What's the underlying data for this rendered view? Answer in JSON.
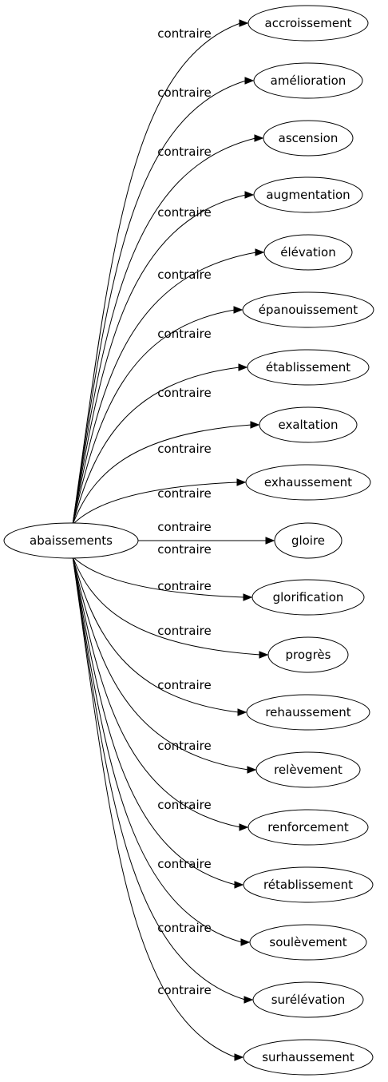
{
  "source": {
    "label": "abaissements"
  },
  "edge_label": "contraire",
  "targets": [
    {
      "label": "accroissement"
    },
    {
      "label": "amélioration"
    },
    {
      "label": "ascension"
    },
    {
      "label": "augmentation"
    },
    {
      "label": "élévation"
    },
    {
      "label": "épanouissement"
    },
    {
      "label": "établissement"
    },
    {
      "label": "exaltation"
    },
    {
      "label": "exhaussement"
    },
    {
      "label": "gloire"
    },
    {
      "label": "glorification"
    },
    {
      "label": "progrès"
    },
    {
      "label": "rehaussement"
    },
    {
      "label": "relèvement"
    },
    {
      "label": "renforcement"
    },
    {
      "label": "rétablissement"
    },
    {
      "label": "soulèvement"
    },
    {
      "label": "surélévation"
    },
    {
      "label": "surhaussement"
    }
  ]
}
